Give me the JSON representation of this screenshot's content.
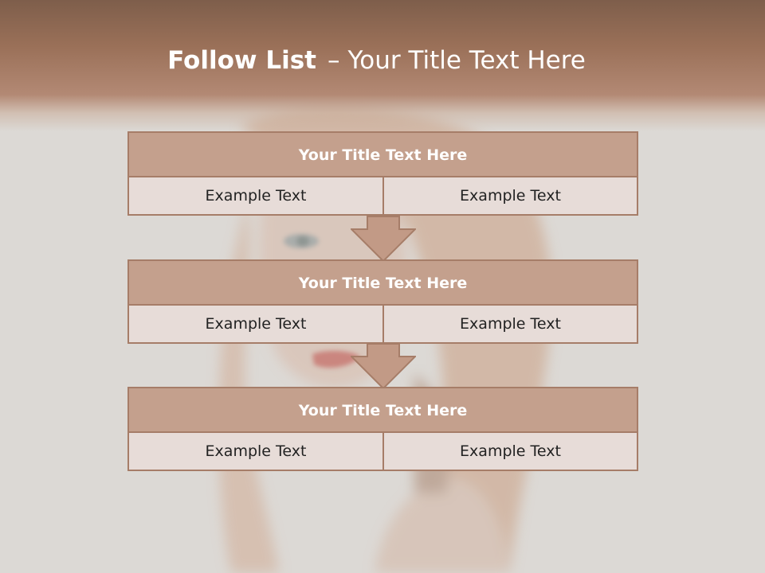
{
  "slide": {
    "title_bold": "Follow List",
    "title_separator": "–",
    "title_rest": "Your Title Text Here"
  },
  "blocks": [
    {
      "title": "Your Title Text Here",
      "left": "Example Text",
      "right": "Example Text"
    },
    {
      "title": "Your Title Text Here",
      "left": "Example Text",
      "right": "Example Text"
    },
    {
      "title": "Your Title Text Here",
      "left": "Example Text",
      "right": "Example Text"
    }
  ],
  "colors": {
    "header_brown": "#9a7058",
    "block_title_fill": "#c4a08d",
    "block_border": "#a67d68",
    "cell_fill": "#e7dcd8",
    "arrow_fill": "#c29a86",
    "background": "#dcd9d5"
  }
}
